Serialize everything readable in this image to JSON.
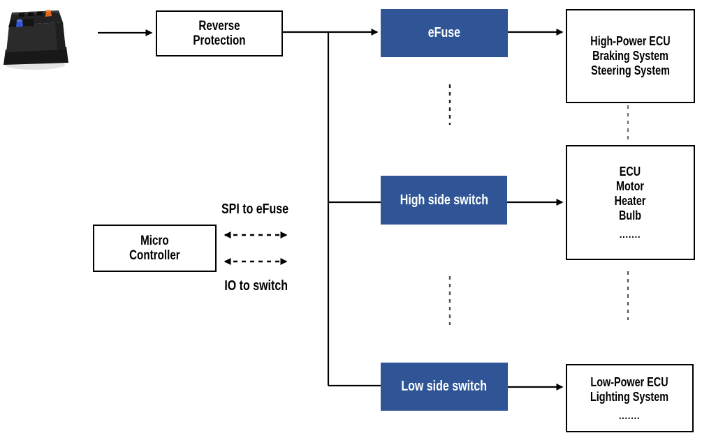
{
  "blocks": {
    "reverse_protection": {
      "label": "Reverse\nProtection"
    },
    "efuse": {
      "label": "eFuse"
    },
    "high_side_switch": {
      "label": "High side switch"
    },
    "low_side_switch": {
      "label": "Low side switch"
    },
    "micro_controller": {
      "label": "Micro\nController"
    },
    "high_power_loads": {
      "label": "High-Power ECU\nBraking System\nSteering System"
    },
    "mid_loads": {
      "label": "ECU\nMotor\nHeater\nBulb",
      "ellipsis": "......."
    },
    "low_power_loads": {
      "label": "Low-Power ECU\nLighting System",
      "ellipsis": "......."
    }
  },
  "bus_labels": {
    "spi_to_efuse": "SPI to eFuse",
    "io_to_switch": "IO to switch"
  },
  "icons": {
    "battery": "car-battery"
  },
  "colors": {
    "switch_box_fill": "#2F5597",
    "switch_box_text": "#FFFFFF",
    "outline_box_border": "#000000",
    "wire": "#000000",
    "dashed_connector_dark": "#222222",
    "dashed_connector_gray": "#707070",
    "background": "#FFFFFF",
    "battery_terminal_blue": "#3355D6",
    "battery_terminal_orange": "#E2661C"
  }
}
